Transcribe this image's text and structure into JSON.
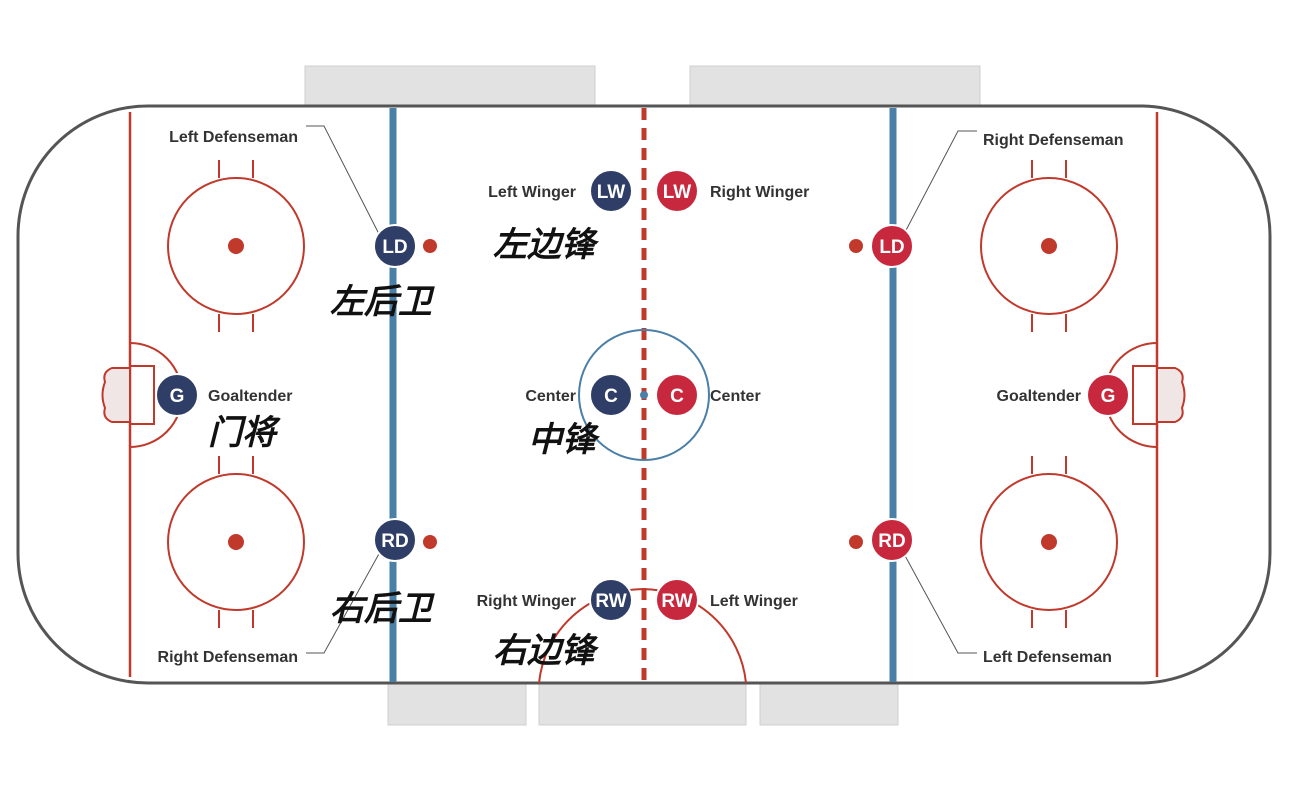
{
  "colors": {
    "blue_team": "#2f3e66",
    "red_team": "#c8283d",
    "red_line": "#c0392b",
    "blue_line": "#4a7fa7",
    "board": "#555555",
    "bench": "#e0e0e0"
  },
  "left_team": {
    "ld": {
      "abbr": "LD",
      "label": "Left Defenseman",
      "cn": "左后卫"
    },
    "rd": {
      "abbr": "RD",
      "label": "Right Defenseman",
      "cn": "右后卫"
    },
    "lw": {
      "abbr": "LW",
      "label": "Left Winger",
      "cn": "左边锋"
    },
    "rw": {
      "abbr": "RW",
      "label": "Right Winger",
      "cn": "右边锋"
    },
    "c": {
      "abbr": "C",
      "label": "Center",
      "cn": "中锋"
    },
    "g": {
      "abbr": "G",
      "label": "Goaltender",
      "cn": "门将"
    }
  },
  "right_team": {
    "ld": {
      "abbr": "LD",
      "label": "Right Defenseman"
    },
    "rd": {
      "abbr": "RD",
      "label": "Left Defenseman"
    },
    "lw": {
      "abbr": "LW",
      "label": "Right Winger"
    },
    "rw": {
      "abbr": "RW",
      "label": "Left Winger"
    },
    "c": {
      "abbr": "C",
      "label": "Center"
    },
    "g": {
      "abbr": "G",
      "label": "Goaltender"
    }
  }
}
